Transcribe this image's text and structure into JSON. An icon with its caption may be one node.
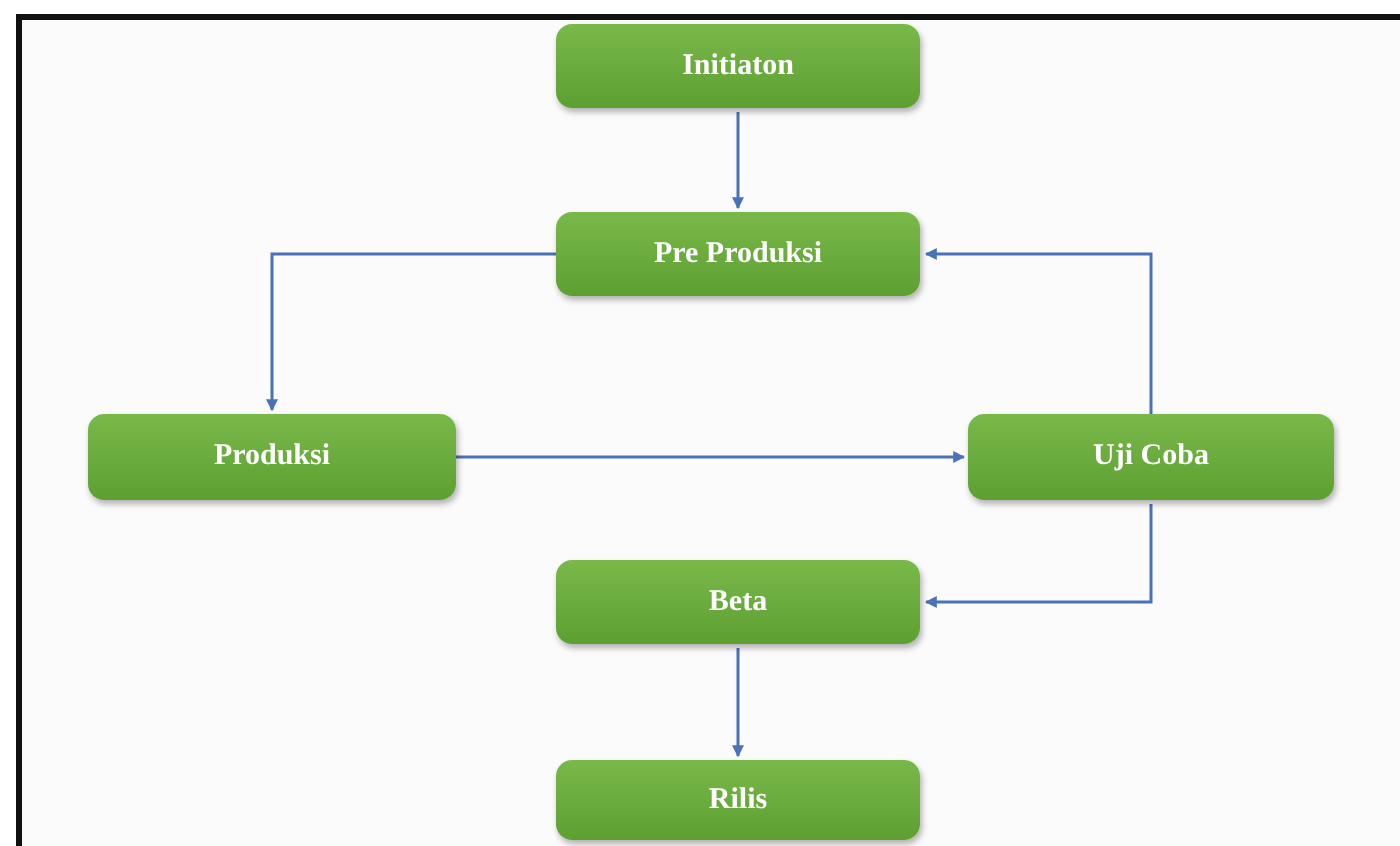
{
  "diagram": {
    "nodes": [
      {
        "text": [
          "Initiaton"
        ]
      },
      {
        "text": [
          "Pre Produksi"
        ]
      },
      {
        "text": [
          "Produksi"
        ]
      },
      {
        "text": [
          "Uji Coba"
        ]
      },
      {
        "text": [
          "Beta"
        ]
      },
      {
        "text": [
          "Rilis"
        ]
      }
    ],
    "edges": [
      {
        "from": 0,
        "to": 1,
        "arrow": "to"
      },
      {
        "from": 1,
        "to": 2,
        "arrow": "to"
      },
      {
        "from": 2,
        "to": 3,
        "arrow": "to"
      },
      {
        "from": 3,
        "to": 1,
        "arrow": "to"
      },
      {
        "from": 3,
        "to": 4,
        "arrow": "to"
      },
      {
        "from": 4,
        "to": 5,
        "arrow": "to"
      }
    ]
  }
}
